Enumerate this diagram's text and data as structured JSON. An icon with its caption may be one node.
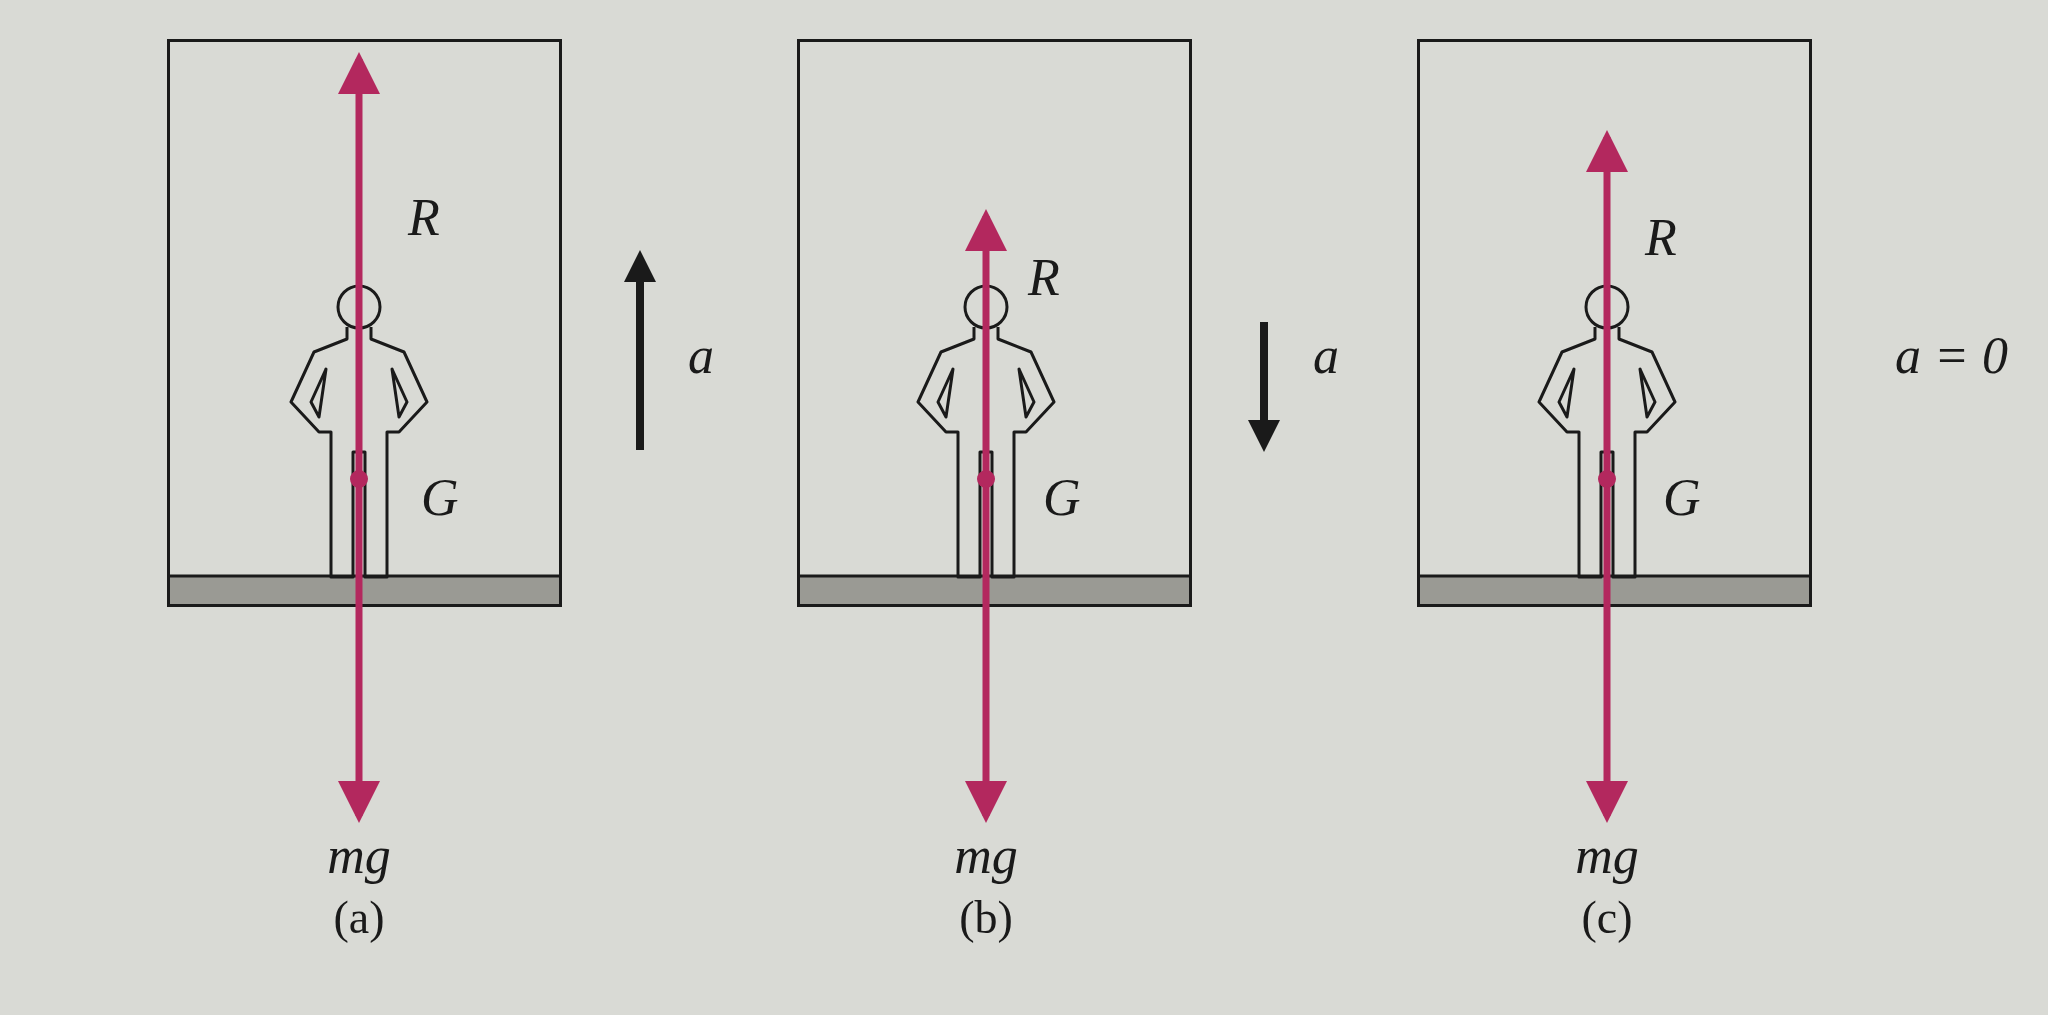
{
  "diagram": {
    "nodes": [
      {
        "text": [
          "R",
          "G"
        ],
        "beside": [
          "mg",
          "(a)"
        ]
      },
      {
        "text": [
          "R",
          "G"
        ],
        "beside": [
          "mg",
          "(b)"
        ]
      },
      {
        "text": [
          "R",
          "G"
        ],
        "beside": [
          "mg",
          "(c)"
        ]
      }
    ],
    "labels": [
      "a",
      "a",
      "a = 0"
    ]
  }
}
